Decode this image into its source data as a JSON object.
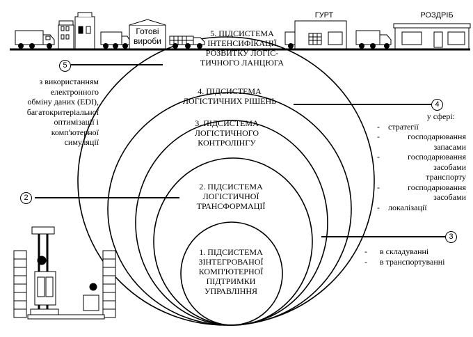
{
  "subsystems": [
    {
      "lines": [
        "1. ПІДСИСТЕМА",
        "ЗІНТЕГРОВАНОЇ",
        "КОМП'ЮТЕРНОЇ",
        "ПІДТРИМКИ",
        "УПРАВЛІННЯ"
      ]
    },
    {
      "lines": [
        "2. ПІДСИСТЕМА",
        "ЛОГІСТИЧНОЇ",
        "ТРАНСФОРМАЦІЇ"
      ]
    },
    {
      "lines": [
        "3. ПІДСИСТЕМА",
        "ЛОГІСТИЧНОГО",
        "КОНТРОЛІНГУ"
      ]
    },
    {
      "lines": [
        "4. ПІДСИСТЕМА",
        "ЛОГІСТИЧНИХ РІШЕНЬ"
      ]
    },
    {
      "lines": [
        "5. ПІДСИСТЕМА",
        "ІНТЕНСИФІКАЦІЇ",
        "РОЗВИТКУ ЛОГІС-",
        "ТИЧНОГО ЛАНЦЮГА"
      ]
    }
  ],
  "markers": {
    "m2": "2",
    "m3": "3",
    "m4": "4",
    "m5": "5"
  },
  "left_note": [
    "з використанням",
    "електронного",
    "обміну даних (EDI),",
    "багатокритеріальної",
    "оптимізації і",
    "комп'ютерної",
    "симуляції"
  ],
  "right_note": {
    "heading": "у сфері:",
    "items": [
      "стратегії",
      "господарювання",
      "запасами",
      "господарювання",
      "засобами",
      "транспорту",
      "господарювання",
      "засобами",
      "локалізації"
    ],
    "dash_rows": [
      0,
      1,
      3,
      6,
      8
    ]
  },
  "bottom_note": {
    "items": [
      "в складуванні",
      "в транспортуванні"
    ]
  },
  "buildings": {
    "gotovi": "Готові вироби",
    "gurt": "ГУРТ",
    "rozdrib": "РОЗДРІБ"
  },
  "dash": "-"
}
